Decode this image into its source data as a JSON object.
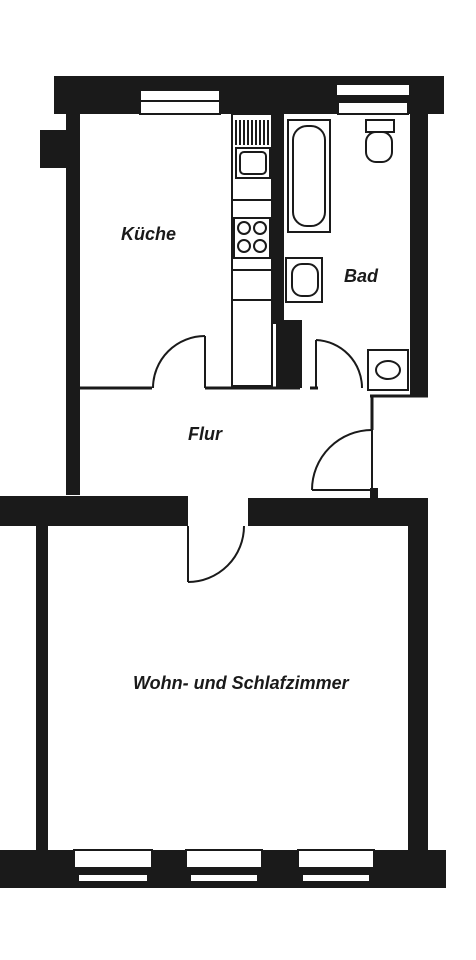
{
  "rooms": {
    "kitchen": "Küche",
    "bath": "Bad",
    "hall": "Flur",
    "living": "Wohn- und Schlafzimmer"
  }
}
